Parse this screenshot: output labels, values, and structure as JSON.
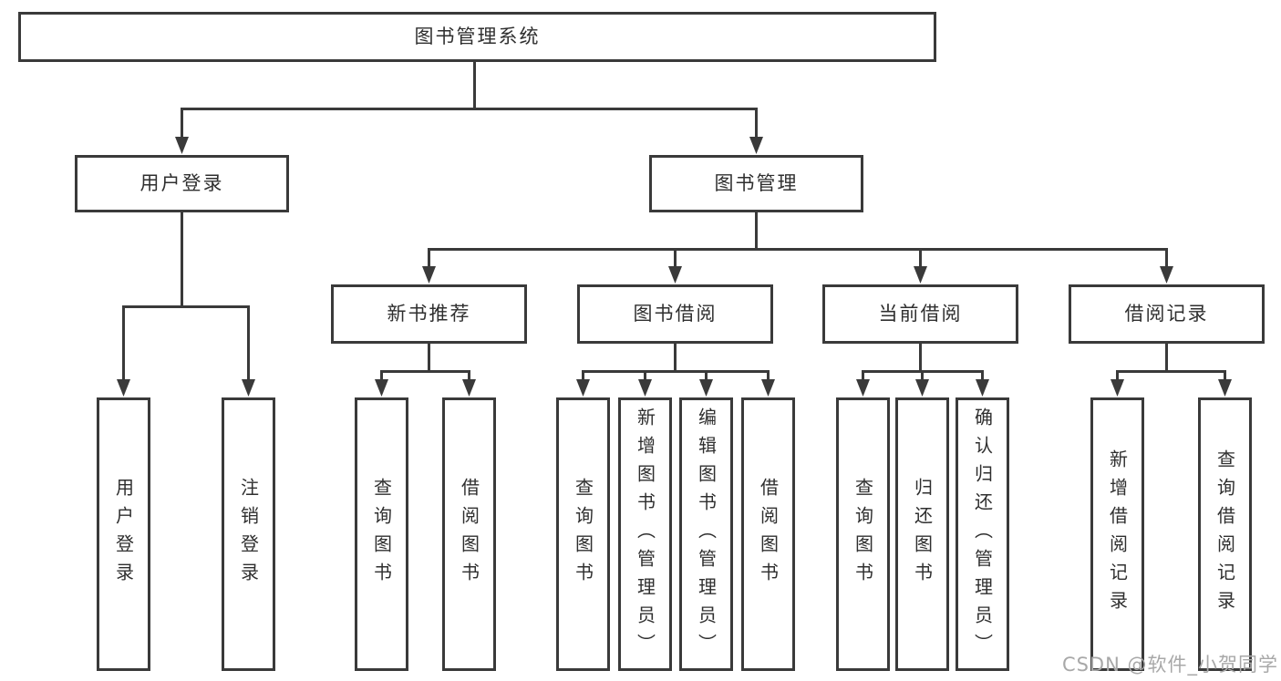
{
  "tree": {
    "root": {
      "label": "图书管理系统"
    },
    "branches": [
      {
        "label": "用户登录",
        "children": [
          {
            "label": "用户登录"
          },
          {
            "label": "注销登录"
          }
        ]
      },
      {
        "label": "图书管理",
        "children": [
          {
            "label": "新书推荐",
            "children": [
              {
                "label": "查询图书"
              },
              {
                "label": "借阅图书"
              }
            ]
          },
          {
            "label": "图书借阅",
            "children": [
              {
                "label": "查询图书"
              },
              {
                "label": "新增图书（管理员）"
              },
              {
                "label": "编辑图书（管理员）"
              },
              {
                "label": "借阅图书"
              }
            ]
          },
          {
            "label": "当前借阅",
            "children": [
              {
                "label": "查询图书"
              },
              {
                "label": "归还图书"
              },
              {
                "label": "确认归还（管理员）"
              }
            ]
          },
          {
            "label": "借阅记录",
            "children": [
              {
                "label": "新增借阅记录"
              },
              {
                "label": "查询借阅记录"
              }
            ]
          }
        ]
      }
    ]
  },
  "watermark": {
    "text": "CSDN @软件_小贺同学"
  },
  "colors": {
    "line": "#3a3a3a",
    "box_border": "#3a3a3a",
    "text": "#2f2f2f",
    "watermark": "#a8a8a8",
    "background": "#ffffff"
  }
}
